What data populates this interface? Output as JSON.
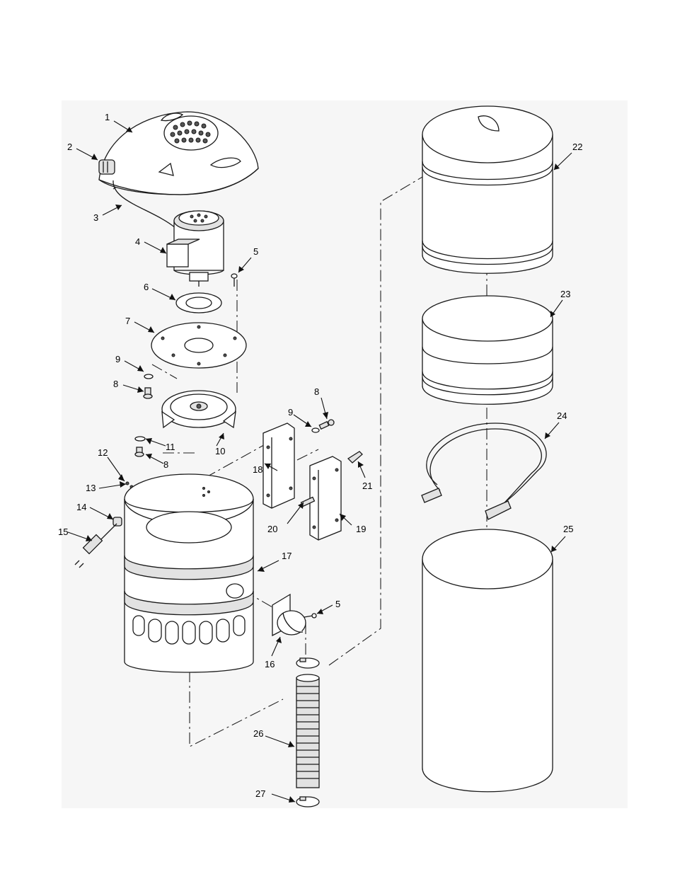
{
  "callouts": [
    {
      "id": "p1",
      "label": "1"
    },
    {
      "id": "p2",
      "label": "2"
    },
    {
      "id": "p3",
      "label": "3"
    },
    {
      "id": "p4",
      "label": "4"
    },
    {
      "id": "p5a",
      "label": "5"
    },
    {
      "id": "p6",
      "label": "6"
    },
    {
      "id": "p7",
      "label": "7"
    },
    {
      "id": "p9a",
      "label": "9"
    },
    {
      "id": "p8a",
      "label": "8"
    },
    {
      "id": "p8b",
      "label": "8"
    },
    {
      "id": "p9b",
      "label": "9"
    },
    {
      "id": "p11",
      "label": "11"
    },
    {
      "id": "p10",
      "label": "10"
    },
    {
      "id": "p8c",
      "label": "8"
    },
    {
      "id": "p12",
      "label": "12"
    },
    {
      "id": "p13",
      "label": "13"
    },
    {
      "id": "p14",
      "label": "14"
    },
    {
      "id": "p15",
      "label": "15"
    },
    {
      "id": "p18",
      "label": "18"
    },
    {
      "id": "p21",
      "label": "21"
    },
    {
      "id": "p20",
      "label": "20"
    },
    {
      "id": "p19",
      "label": "19"
    },
    {
      "id": "p17",
      "label": "17"
    },
    {
      "id": "p5b",
      "label": "5"
    },
    {
      "id": "p16",
      "label": "16"
    },
    {
      "id": "p26",
      "label": "26"
    },
    {
      "id": "p27",
      "label": "27"
    },
    {
      "id": "p22",
      "label": "22"
    },
    {
      "id": "p23",
      "label": "23"
    },
    {
      "id": "p24",
      "label": "24"
    },
    {
      "id": "p25",
      "label": "25"
    }
  ]
}
